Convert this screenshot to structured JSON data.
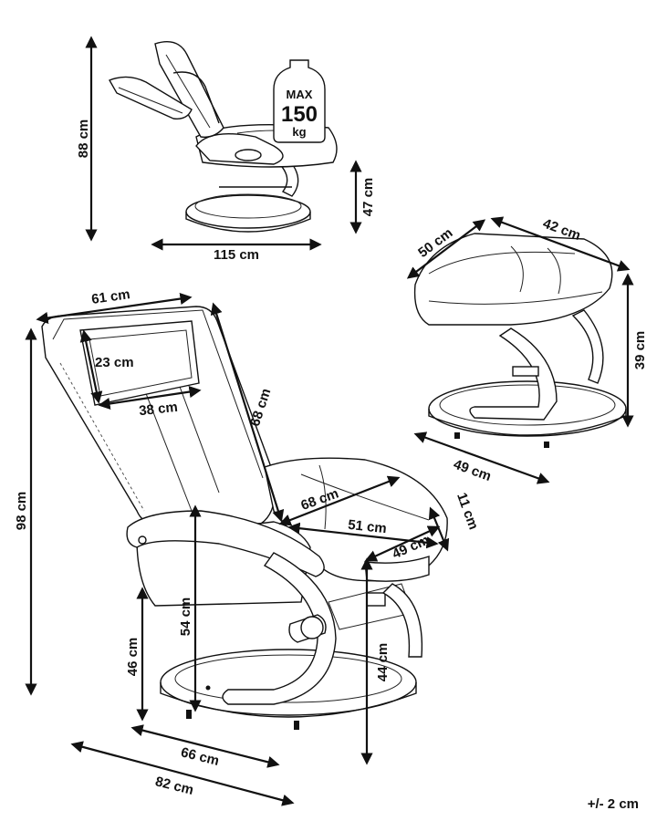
{
  "recliner_side_view": {
    "height": "88 cm",
    "length": "115 cm",
    "footrest_height": "47 cm",
    "weight_badge": {
      "top": "MAX",
      "value": "150",
      "unit": "kg"
    }
  },
  "footstool": {
    "depth": "50 cm",
    "width": "42 cm",
    "height": "39 cm",
    "base": "49 cm"
  },
  "chair_front_view": {
    "top_width": "61 cm",
    "headrest_height": "23 cm",
    "headrest_width": "38 cm",
    "back_length": "68 cm",
    "total_height": "98 cm",
    "seat_length": "68 cm",
    "seat_inner": "51 cm",
    "cushion_thickness": "11 cm",
    "seat_width": "49 cm",
    "armrest_height": "54 cm",
    "seat_height": "46 cm",
    "front_height": "44 cm",
    "base_width": "66 cm",
    "total_width": "82 cm"
  },
  "tolerance": "+/- 2 cm"
}
